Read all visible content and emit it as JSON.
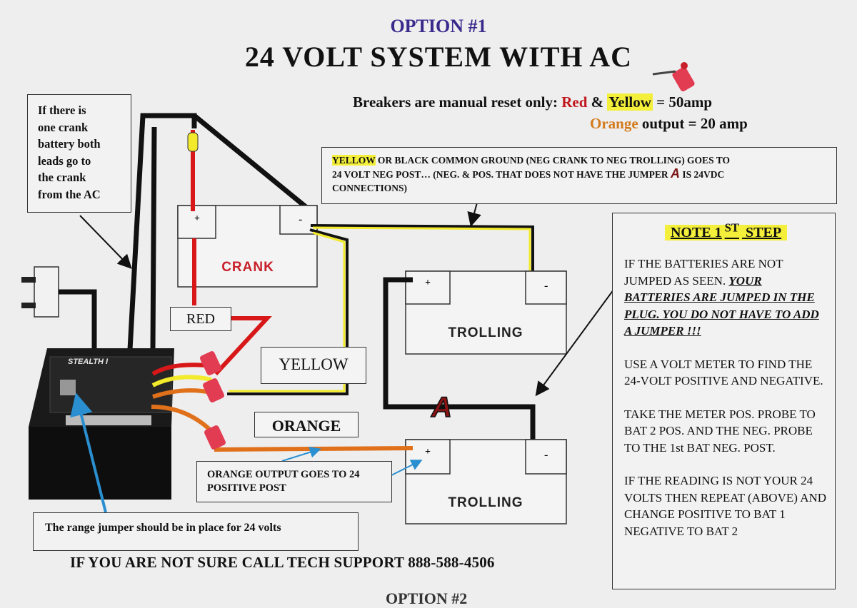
{
  "header": {
    "option": "OPTION #1",
    "title": "24 VOLT SYSTEM WITH AC"
  },
  "breakers": {
    "prefix": "Breakers are manual reset only",
    "colon": ":",
    "red": "Red",
    "amp_sep": "&",
    "yellow": "Yellow",
    "rating": "= 50amp",
    "orange": "Orange",
    "output": "output = 20 amp"
  },
  "crank_note": {
    "lines": [
      "If there is",
      "one crank",
      "battery both",
      "leads go to",
      "the crank",
      "from the AC"
    ]
  },
  "ground_note": {
    "highlight": "YELLOW",
    "line1_rest": " OR BLACK COMMON GROUND (NEG CRANK TO NEG TROLLING) GOES TO",
    "line2": "24 VOLT NEG POST… (NEG. & POS. THAT DOES NOT HAVE THE JUMPER",
    "jumper_mark": "A",
    "line2_end": "IS 24VDC",
    "line3": "CONNECTIONS)"
  },
  "batteries": {
    "crank": {
      "name": "CRANK",
      "pos": "+",
      "neg": "-"
    },
    "trolling_1": {
      "name": "TROLLING",
      "pos": "+",
      "neg": "-"
    },
    "trolling_2": {
      "name": "TROLLING",
      "pos": "+",
      "neg": "-"
    }
  },
  "jumper_label": "A",
  "wire_labels": {
    "red": "RED",
    "yellow": "YELLOW",
    "orange": "ORANGE"
  },
  "orange_note": {
    "line1": "ORANGE OUTPUT GOES TO 24",
    "line2": "POSITIVE POST"
  },
  "jumper_note": "The range jumper should be in place for 24 volts",
  "charger": {
    "brand": "STEALTH I"
  },
  "step_box": {
    "title_main": "NOTE 1",
    "title_sup": "ST",
    "title_end": " STEP",
    "p1_plain": "IF THE BATTERIES ARE  NOT JUMPED AS SEEN. ",
    "p1_em": "YOUR BATTERIES ARE JUMPED IN THE PLUG. YOU DO NOT HAVE TO ADD A JUMPER !!!",
    "p2": "USE A VOLT METER TO FIND THE 24-VOLT POSITIVE AND NEGATIVE.",
    "p3": "TAKE THE METER  POS. PROBE  TO BAT 2 POS. AND THE NEG. PROBE TO THE  1st BAT NEG. POST.",
    "p4": " IF THE READING IS NOT YOUR 24 VOLTS THEN REPEAT (ABOVE) AND CHANGE POSITIVE TO BAT 1 NEGATIVE TO BAT 2"
  },
  "support": "IF YOU ARE NOT SURE CALL TECH SUPPORT 888-588-4506",
  "next_option_cropped": "OPTION #2",
  "colors": {
    "red_wire": "#d81818",
    "yellow_wire": "#f2ea2a",
    "orange_wire": "#e0701a",
    "black_wire": "#111111",
    "arrow_blue": "#2a8fd0",
    "jumper_red": "#8a1414",
    "title_purple": "#3a2a8c"
  }
}
